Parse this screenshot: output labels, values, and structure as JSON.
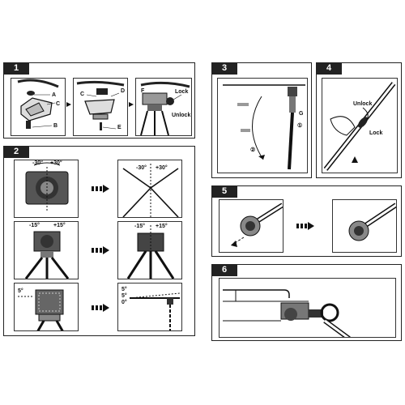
{
  "panels": {
    "p1": {
      "number": "1",
      "labels": {
        "A": "A",
        "B": "B",
        "C": "C",
        "C2": "C",
        "D": "D",
        "E": "E",
        "F": "F",
        "lock": "Lock",
        "unlock": "Unlock"
      }
    },
    "p2": {
      "number": "2",
      "angles": {
        "a1": "-30°",
        "a2": "+30°",
        "a3": "-30°",
        "a4": "+30°",
        "b1": "-15°",
        "b2": "+15°",
        "b3": "-15°",
        "b4": "+15°",
        "c1": "5°",
        "c2": "5°",
        "c3": "5°",
        "c4": "0°"
      }
    },
    "p3": {
      "number": "3",
      "labels": {
        "G": "G",
        "one": "①",
        "two": "②"
      }
    },
    "p4": {
      "number": "4",
      "labels": {
        "unlock": "Unlock",
        "lock": "Lock"
      }
    },
    "p5": {
      "number": "5"
    },
    "p6": {
      "number": "6"
    }
  },
  "icons": [
    "dashed-arrow-icon",
    "tripod-head-icon",
    "pan-bar-icon"
  ]
}
